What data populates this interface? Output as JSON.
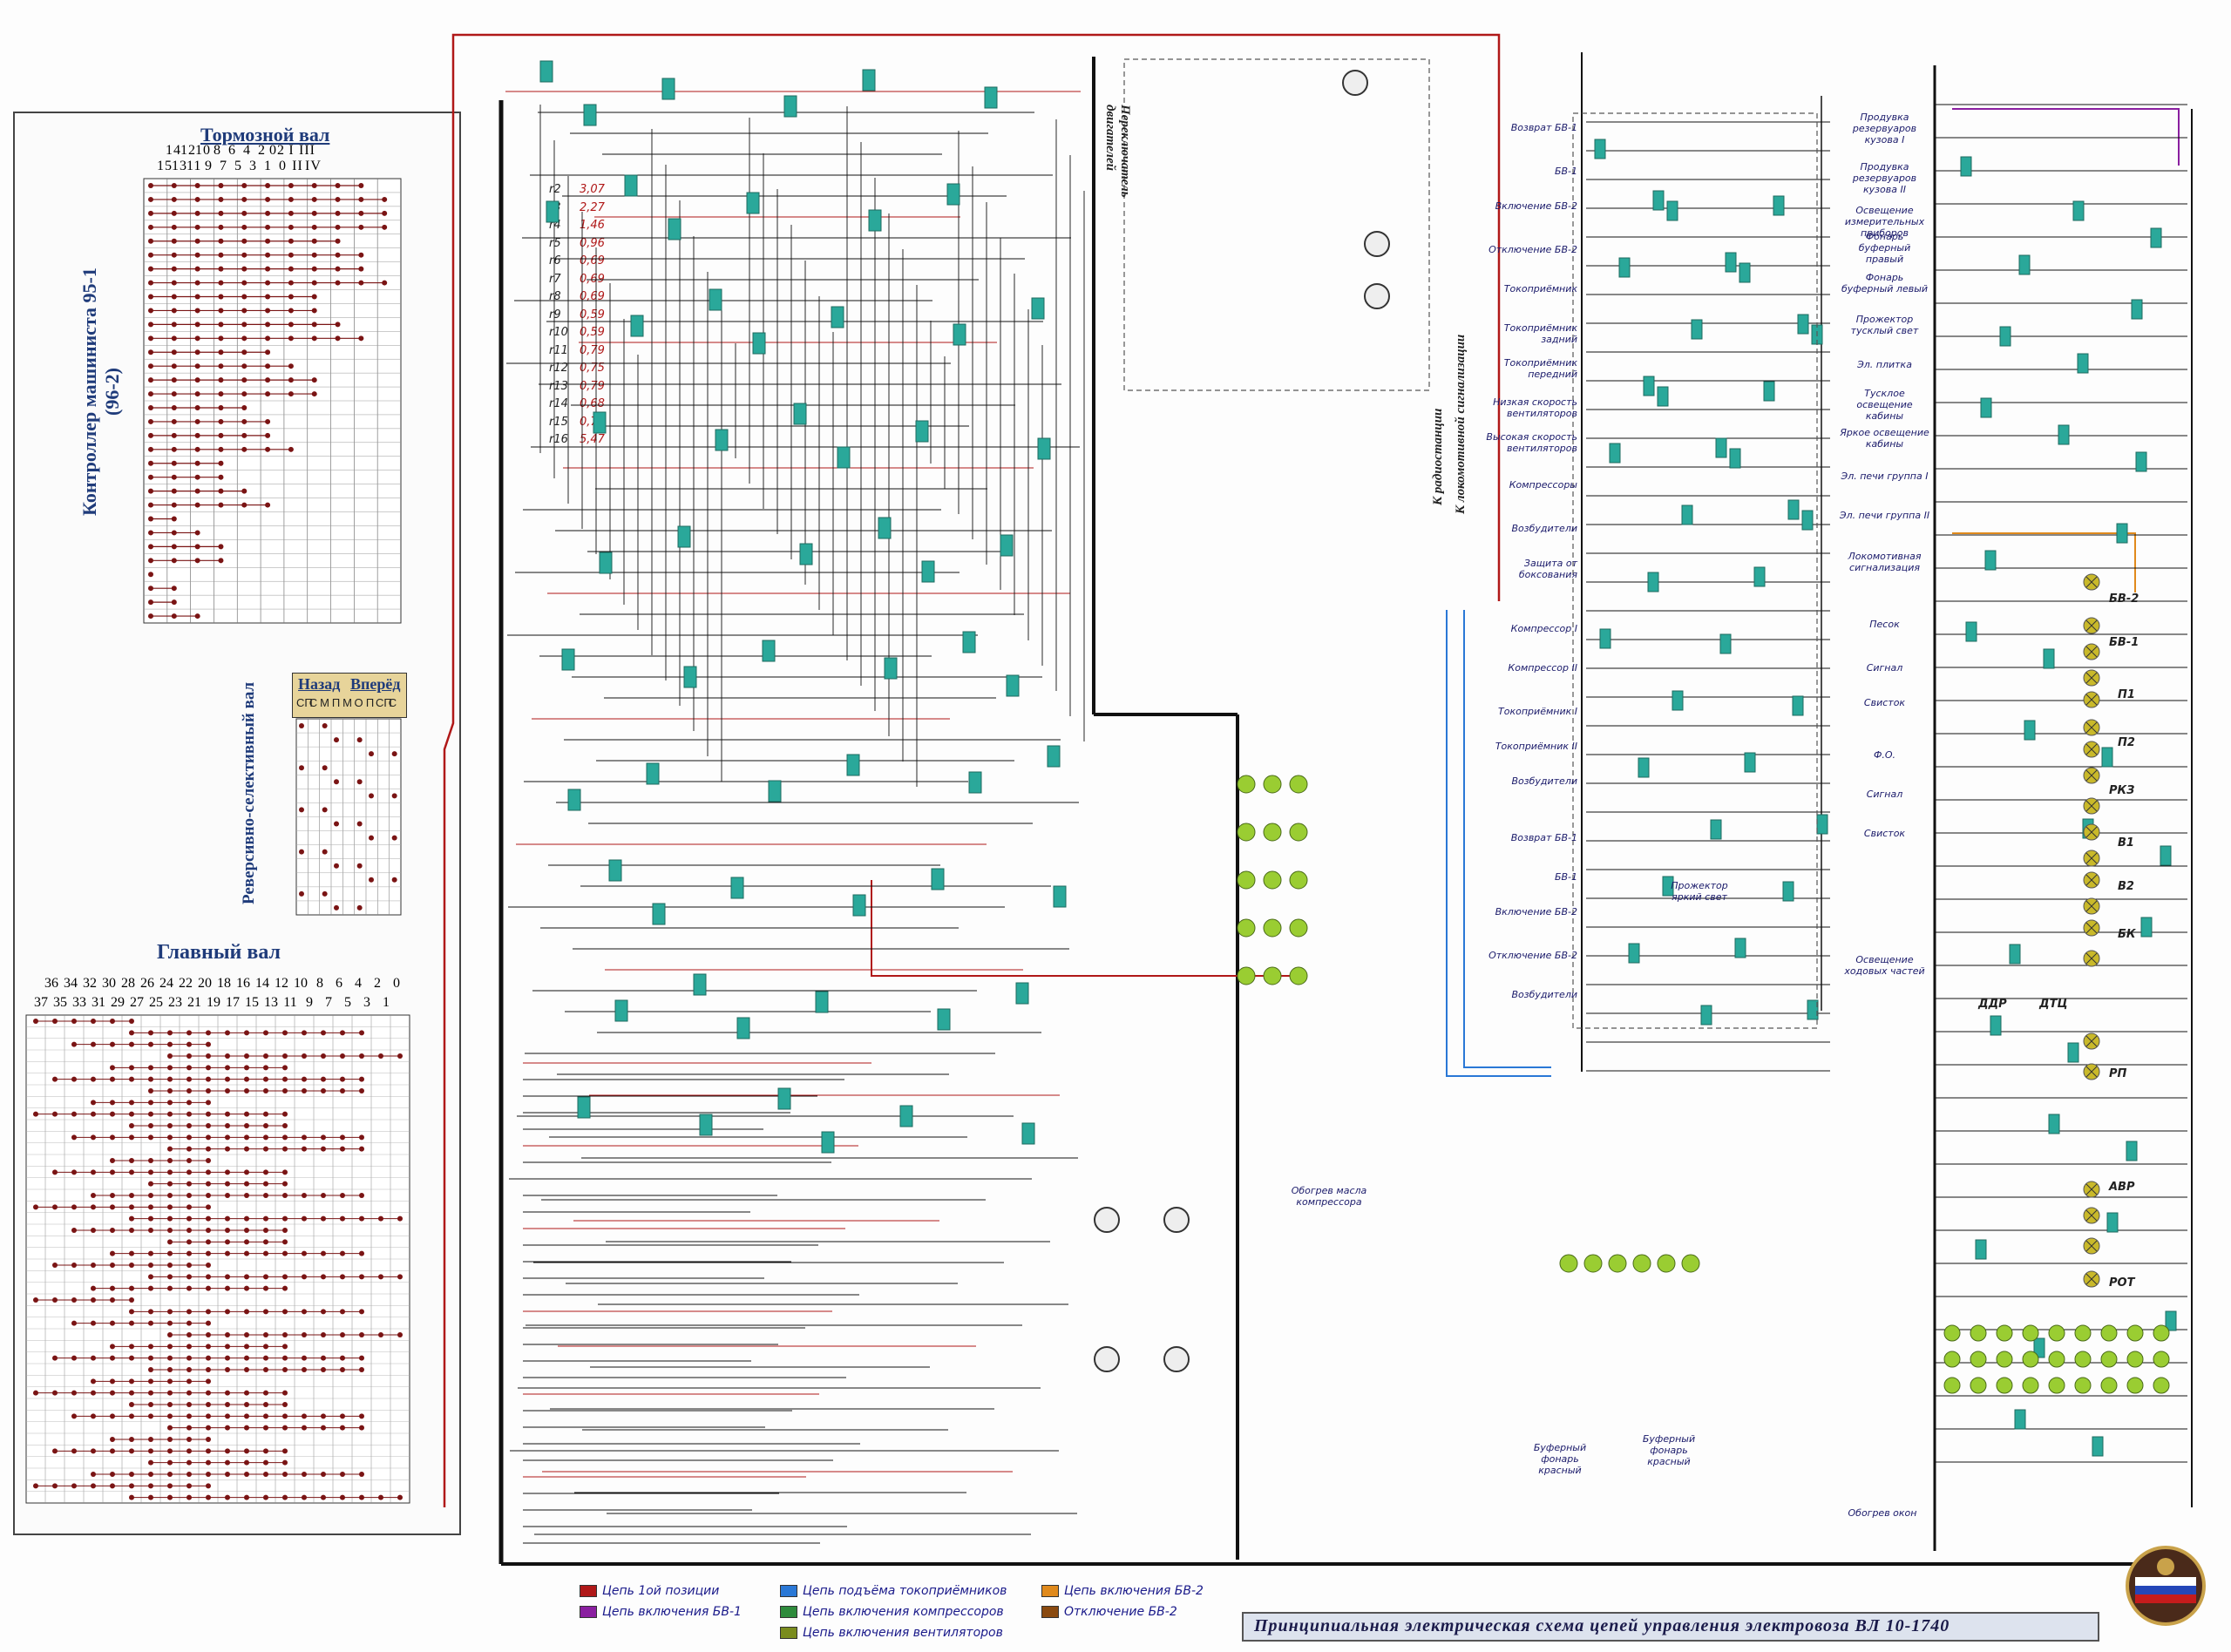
{
  "title": "Принципиальная электрическая схема цепей управления электровоза ВЛ 10-1740",
  "panels": {
    "brake_shaft": "Тормозной вал",
    "controller": "Контроллер машиниста 95-1 (96-2)",
    "reverser_head": [
      "Назад",
      "Вперёд"
    ],
    "reverser_sub": [
      "СП",
      "С",
      "М",
      "П",
      "М",
      "О",
      "П",
      "СП",
      "С"
    ],
    "reverser": "Реверсивно-селективный вал",
    "main_shaft": "Главный вал"
  },
  "brake_positions_top": [
    "14",
    "12",
    "10",
    "8",
    "6",
    "4",
    "2",
    "02",
    "I",
    "III"
  ],
  "brake_positions_bottom": [
    "15",
    "13",
    "11",
    "9",
    "7",
    "5",
    "3",
    "1",
    "0",
    "II",
    "IV"
  ],
  "main_positions_top": [
    "36",
    "34",
    "32",
    "30",
    "28",
    "26",
    "24",
    "22",
    "20",
    "18",
    "16",
    "14",
    "12",
    "10",
    "8",
    "6",
    "4",
    "2",
    "0"
  ],
  "main_positions_bottom": [
    "37",
    "35",
    "33",
    "31",
    "29",
    "27",
    "25",
    "23",
    "21",
    "19",
    "17",
    "15",
    "13",
    "11",
    "9",
    "7",
    "5",
    "3",
    "1"
  ],
  "resistors": [
    "r2",
    "r3",
    "r4",
    "r5",
    "r6",
    "r7",
    "r8",
    "r9",
    "r10",
    "r11",
    "r12",
    "r13",
    "r14",
    "r15",
    "r16"
  ],
  "resistor_values": [
    "3,07",
    "2,27",
    "1,46",
    "0,96",
    "0,69",
    "0,69",
    "0,69",
    "0,59",
    "0,59",
    "0,79",
    "0,75",
    "0,79",
    "0,68",
    "0,79",
    "5,47"
  ],
  "vertical_labels": {
    "radio": "К радиостанции",
    "loco_signal": "К локомотивной сигнализации",
    "switch_motors": "Переключатель двигателей"
  },
  "right_functions": [
    "Возврат БВ-1",
    "БВ-1",
    "Включение БВ-2",
    "Отключение БВ-2",
    "Токоприёмник",
    "Токоприёмник задний",
    "Токоприёмник передний",
    "Низкая скорость вентиляторов",
    "Высокая скорость вентиляторов",
    "Компрессоры",
    "Возбудители",
    "Защита от боксования",
    "Компрессор I",
    "Компрессор II",
    "Токоприёмник I",
    "Токоприёмник II",
    "Возбудители",
    "Возврат БВ-1",
    "БВ-1",
    "Включение БВ-2",
    "Отключение БВ-2",
    "Возбудители"
  ],
  "far_right_functions": [
    "Продувка резервуаров кузова I",
    "Продувка резервуаров кузова II",
    "Освещение измерительных приборов",
    "Фонарь буферный правый",
    "Фонарь буферный левый",
    "Прожектор тусклый свет",
    "Эл. плитка",
    "Тусклое освещение кабины",
    "Яркое освещение кабины",
    "Эл. печи группа I",
    "Эл. печи группа II",
    "Локомотивная сигнализация",
    "Песок",
    "Сигнал",
    "Свисток",
    "Ф.О.",
    "Сигнал",
    "Свисток",
    "Освещение ходовых частей"
  ],
  "indicator_labels": [
    "БВ-2",
    "БВ-1",
    "П1",
    "П2",
    "РКЗ",
    "В1",
    "В2",
    "БК",
    "ДДР",
    "ДТЦ",
    "РП",
    "АВР",
    "РОТ"
  ],
  "misc_labels": {
    "oil_heat": "Обогрев масла компрессора",
    "buffer_red_1": "Буферный фонарь красный",
    "buffer_red_2": "Буферный фонарь красный",
    "spot_bright": "Прожектор яркий свет",
    "window_heat": "Обогрев окон"
  },
  "legend": [
    {
      "label": "Цепь 1ой позиции",
      "color": "#b01818"
    },
    {
      "label": "Цепь включения БВ-1",
      "color": "#8a1fa0"
    },
    {
      "label": "Цепь подъёма токоприёмников",
      "color": "#2a78d6"
    },
    {
      "label": "Цепь включения компрессоров",
      "color": "#2e8b3c"
    },
    {
      "label": "Цепь включения вентиляторов",
      "color": "#7a8c1e"
    },
    {
      "label": "Цепь включения БВ-2",
      "color": "#e08a1c"
    },
    {
      "label": "Отключение БВ-2",
      "color": "#8a4a10"
    }
  ],
  "colors": {
    "wire": "#111111",
    "red_wire": "#b01818",
    "blue_wire": "#2a78d6",
    "green_wire": "#2e8b3c",
    "purple_wire": "#8a1fa0",
    "orange_wire": "#e08a1c",
    "relay": "#2aa89a",
    "lamp": "#9acd32",
    "panel_bg": "#ffffff",
    "panel_label": "#1f3b7a"
  }
}
